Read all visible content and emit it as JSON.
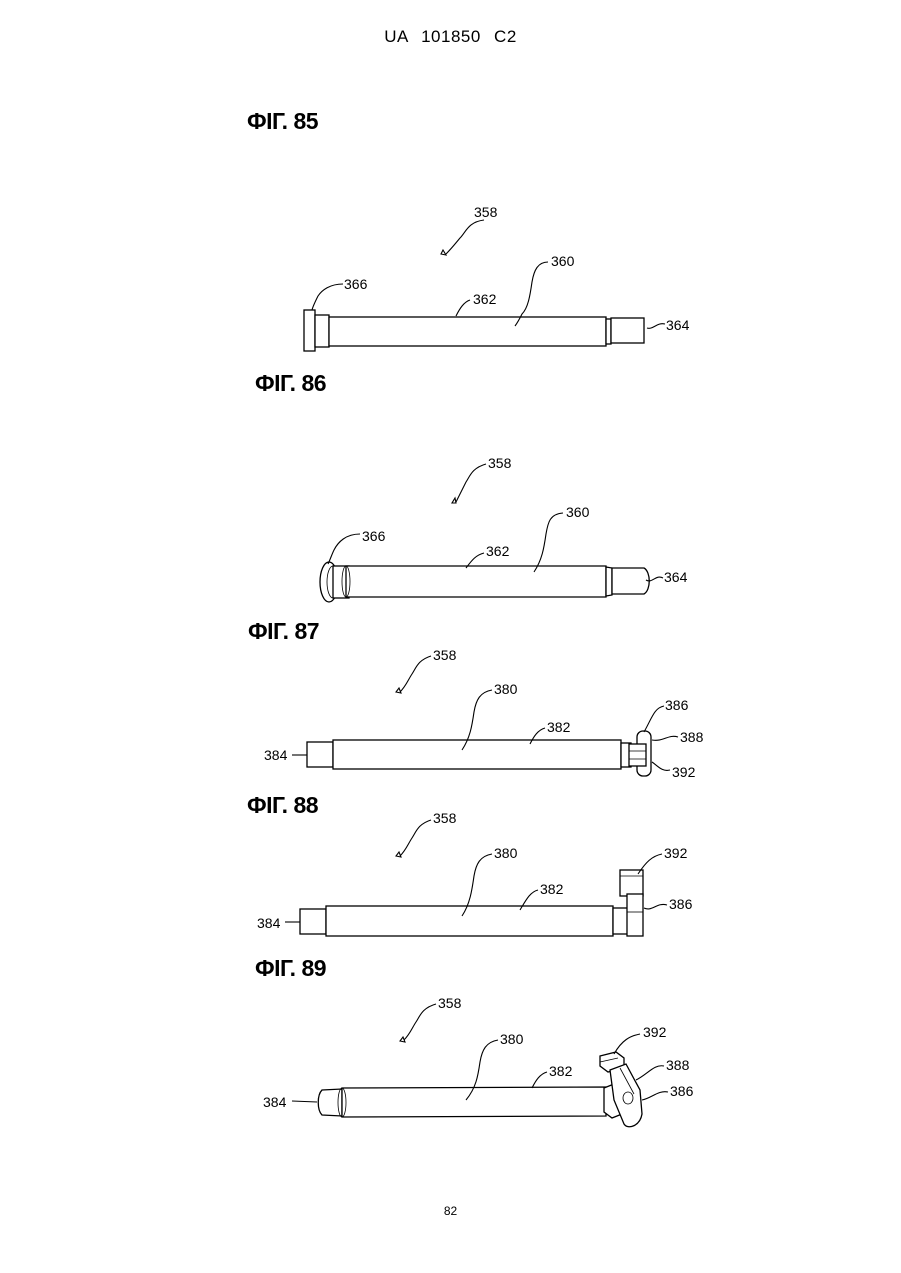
{
  "header": {
    "text": "UA   101850   C2"
  },
  "page_number": "82",
  "figures": [
    {
      "title": "ФІГ. 85",
      "labels": [
        "358",
        "360",
        "366",
        "362",
        "364"
      ]
    },
    {
      "title": "ФІГ. 86",
      "labels": [
        "358",
        "360",
        "366",
        "362",
        "364"
      ]
    },
    {
      "title": "ФІГ. 87",
      "labels": [
        "358",
        "380",
        "386",
        "382",
        "388",
        "384",
        "392"
      ]
    },
    {
      "title": "ФІГ. 88",
      "labels": [
        "358",
        "380",
        "392",
        "382",
        "386",
        "384"
      ]
    },
    {
      "title": "ФІГ. 89",
      "labels": [
        "358",
        "380",
        "392",
        "382",
        "388",
        "386",
        "384"
      ]
    }
  ]
}
